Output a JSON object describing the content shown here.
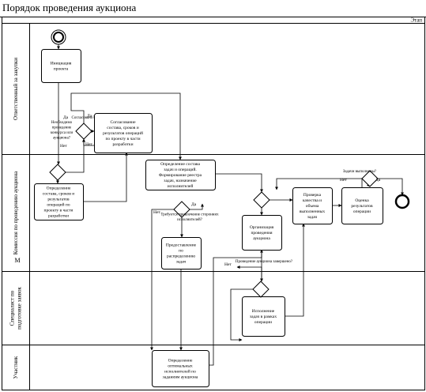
{
  "title": "Порядок проведения аукциона",
  "stage_label": "Этап",
  "lanes": [
    {
      "id": "lane1",
      "label": "Ответственный за закупки"
    },
    {
      "id": "lane2",
      "label": "Комиссия по проведению аукциона"
    },
    {
      "id": "lane3",
      "label": "Специалист по подготовке заявок"
    },
    {
      "id": "lane4",
      "label": "Участник"
    }
  ],
  "lane2_extra_label": "М",
  "tasks": {
    "t1": "Инициация проекта",
    "t2": "Согласование состава, сроков и результатов операций по проекту в части разработки",
    "t3": "Определение состава, сроков и результатов операций по проекту в части разработки",
    "t4": "Определение состава задач и операций. Формирование реестра задач, назначение исполнителей",
    "t5": "Проверка качества и объема выполненных задач",
    "t6": "Оценка результатов операции",
    "t7": "Организация проведения аукциона",
    "t8": "Предоставление по распределению задач",
    "t9": "Исполнение задач в рамках операции",
    "t10": "Определение оптимальных исполнителей по заданиям аукциона"
  },
  "gateway_labels": {
    "g1_q": "Необходимо проведение конкурса или аукциона?",
    "g2_q": "Согласовано?",
    "g3_q": "Требуется привлечение сторонних исполнителей?",
    "g4_q": "Проведение аукциона завершено?",
    "g5_q": "Задачи выполнены?"
  },
  "flow_labels": {
    "g1_yes": "Да",
    "g1_no": "Нет",
    "g2_yes": "Да",
    "g2_no": "Нет",
    "g3_no": "Нет",
    "g3_yes": "Да",
    "g4_no": "Нет",
    "g5_no": "Нет",
    "g5_yes": "Да"
  }
}
